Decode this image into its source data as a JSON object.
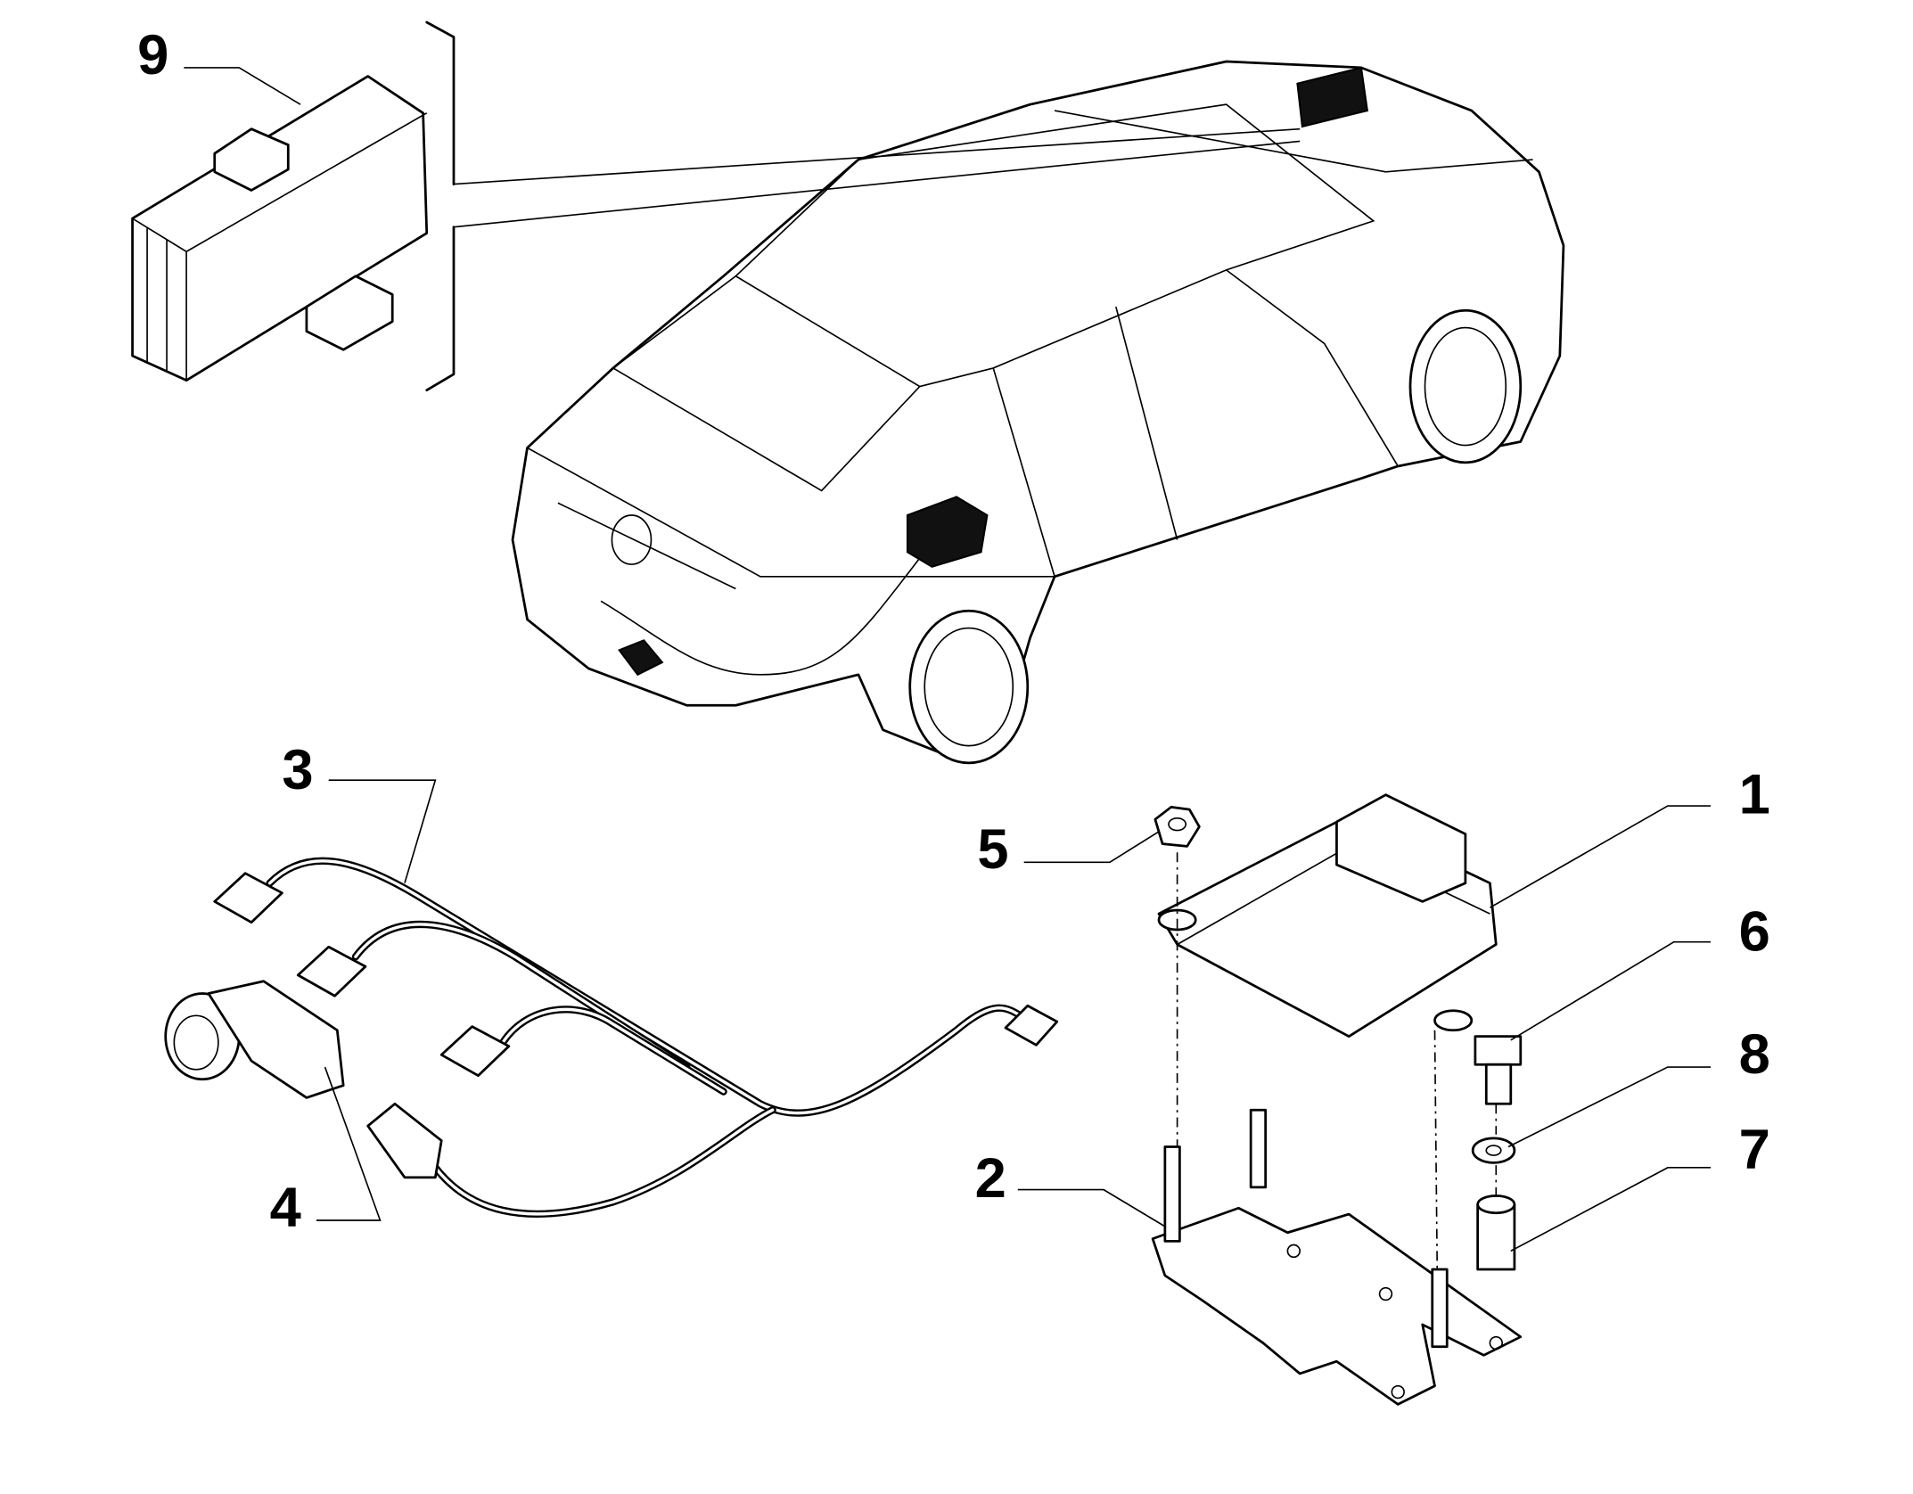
{
  "diagram": {
    "type": "exploded parts diagram",
    "callouts": [
      {
        "id": "1",
        "label": "1"
      },
      {
        "id": "2",
        "label": "2"
      },
      {
        "id": "3",
        "label": "3"
      },
      {
        "id": "4",
        "label": "4"
      },
      {
        "id": "5",
        "label": "5"
      },
      {
        "id": "6",
        "label": "6"
      },
      {
        "id": "7",
        "label": "7"
      },
      {
        "id": "8",
        "label": "8"
      },
      {
        "id": "9",
        "label": "9"
      }
    ],
    "colors": {
      "line": "#000000",
      "background": "#ffffff"
    }
  }
}
